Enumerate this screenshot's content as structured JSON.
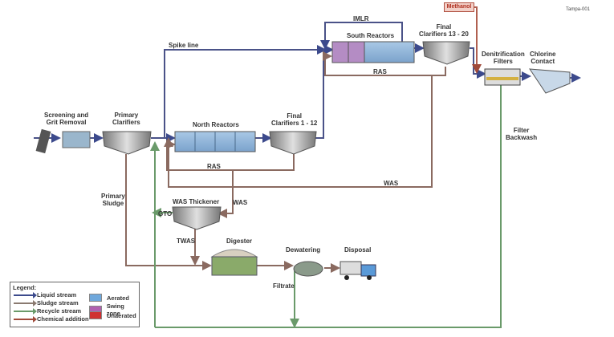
{
  "diagram_id": "Tampa-001",
  "units": {
    "screening": "Screening and\nGrit Removal",
    "primary": "Primary\nClarifiers",
    "north": "North Reactors",
    "final1": "Final\nClarifiers 1 - 12",
    "south": "South Reactors",
    "final2": "Final\nClarifiers 13 - 20",
    "denit": "Denitrification\nFilters",
    "chlorine": "Chlorine\nContact",
    "was_thick": "WAS Thickener",
    "digester": "Digester",
    "dewatering": "Dewatering",
    "disposal": "Disposal"
  },
  "streams": {
    "spike": "Spike line",
    "imlr": "IMLR",
    "ras_south": "RAS",
    "ras_north": "RAS",
    "was_main": "WAS",
    "was_branch": "WAS",
    "primary_sludge": "Primary\nSludge",
    "gto": "GTO",
    "twas": "TWAS",
    "filtrate": "Filtrate",
    "backwash": "Filter\nBackwash",
    "methanol": "Methanol"
  },
  "legend": {
    "title": "Legend:",
    "streams": [
      {
        "label": "Liquid stream",
        "color": "#3c4a8c"
      },
      {
        "label": "Sludge stream",
        "color": "#8a7a70"
      },
      {
        "label": "Recycle stream",
        "color": "#6a9a6a"
      },
      {
        "label": "Chemical addition",
        "color": "#a04a3a"
      }
    ],
    "zones": [
      {
        "label": "Aerated",
        "color": "#6fa8dc"
      },
      {
        "label": "Swing zone",
        "color": "#b060b0"
      },
      {
        "label": "Unaerated",
        "color": "#d03030"
      }
    ]
  },
  "colors": {
    "liquid": "#4a5288",
    "sludge": "#8a6a60",
    "recycle": "#7a9a7a",
    "chemical": "#b06050"
  }
}
